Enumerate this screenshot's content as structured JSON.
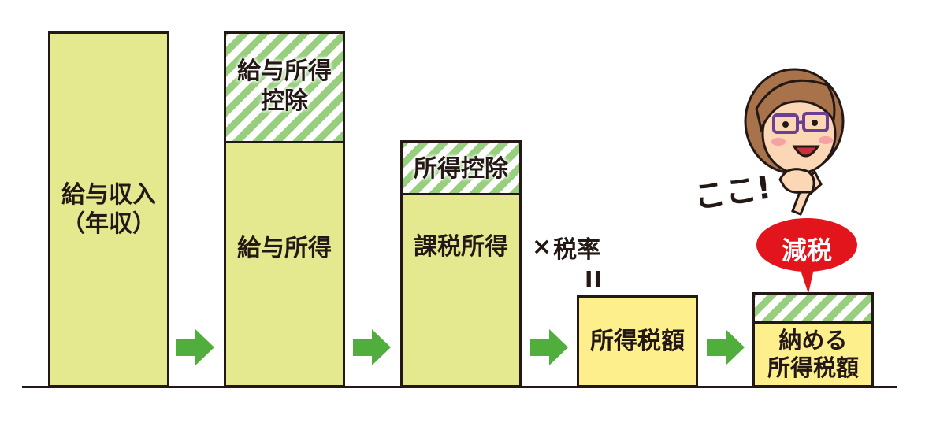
{
  "bars": {
    "salary_income": "給与収入\n（年収）",
    "salary_deduction": "給与所得\n控除",
    "salary_earnings": "給与所得",
    "income_deduction": "所得控除",
    "taxable_income": "課税所得",
    "income_tax_amount": "所得税額",
    "payable_tax": "納める\n所得税額"
  },
  "operators": {
    "times": "×",
    "tax_rate": "税率",
    "equals": "II"
  },
  "callout": {
    "shout": "ここ!",
    "tax_cut": "減税"
  },
  "colors": {
    "bar_green": "#e4e98f",
    "bar_yellow": "#fdf08c",
    "hatch_green": "#98cf7e",
    "arrow_green": "#4fae3c",
    "badge_red": "#e2141c"
  }
}
